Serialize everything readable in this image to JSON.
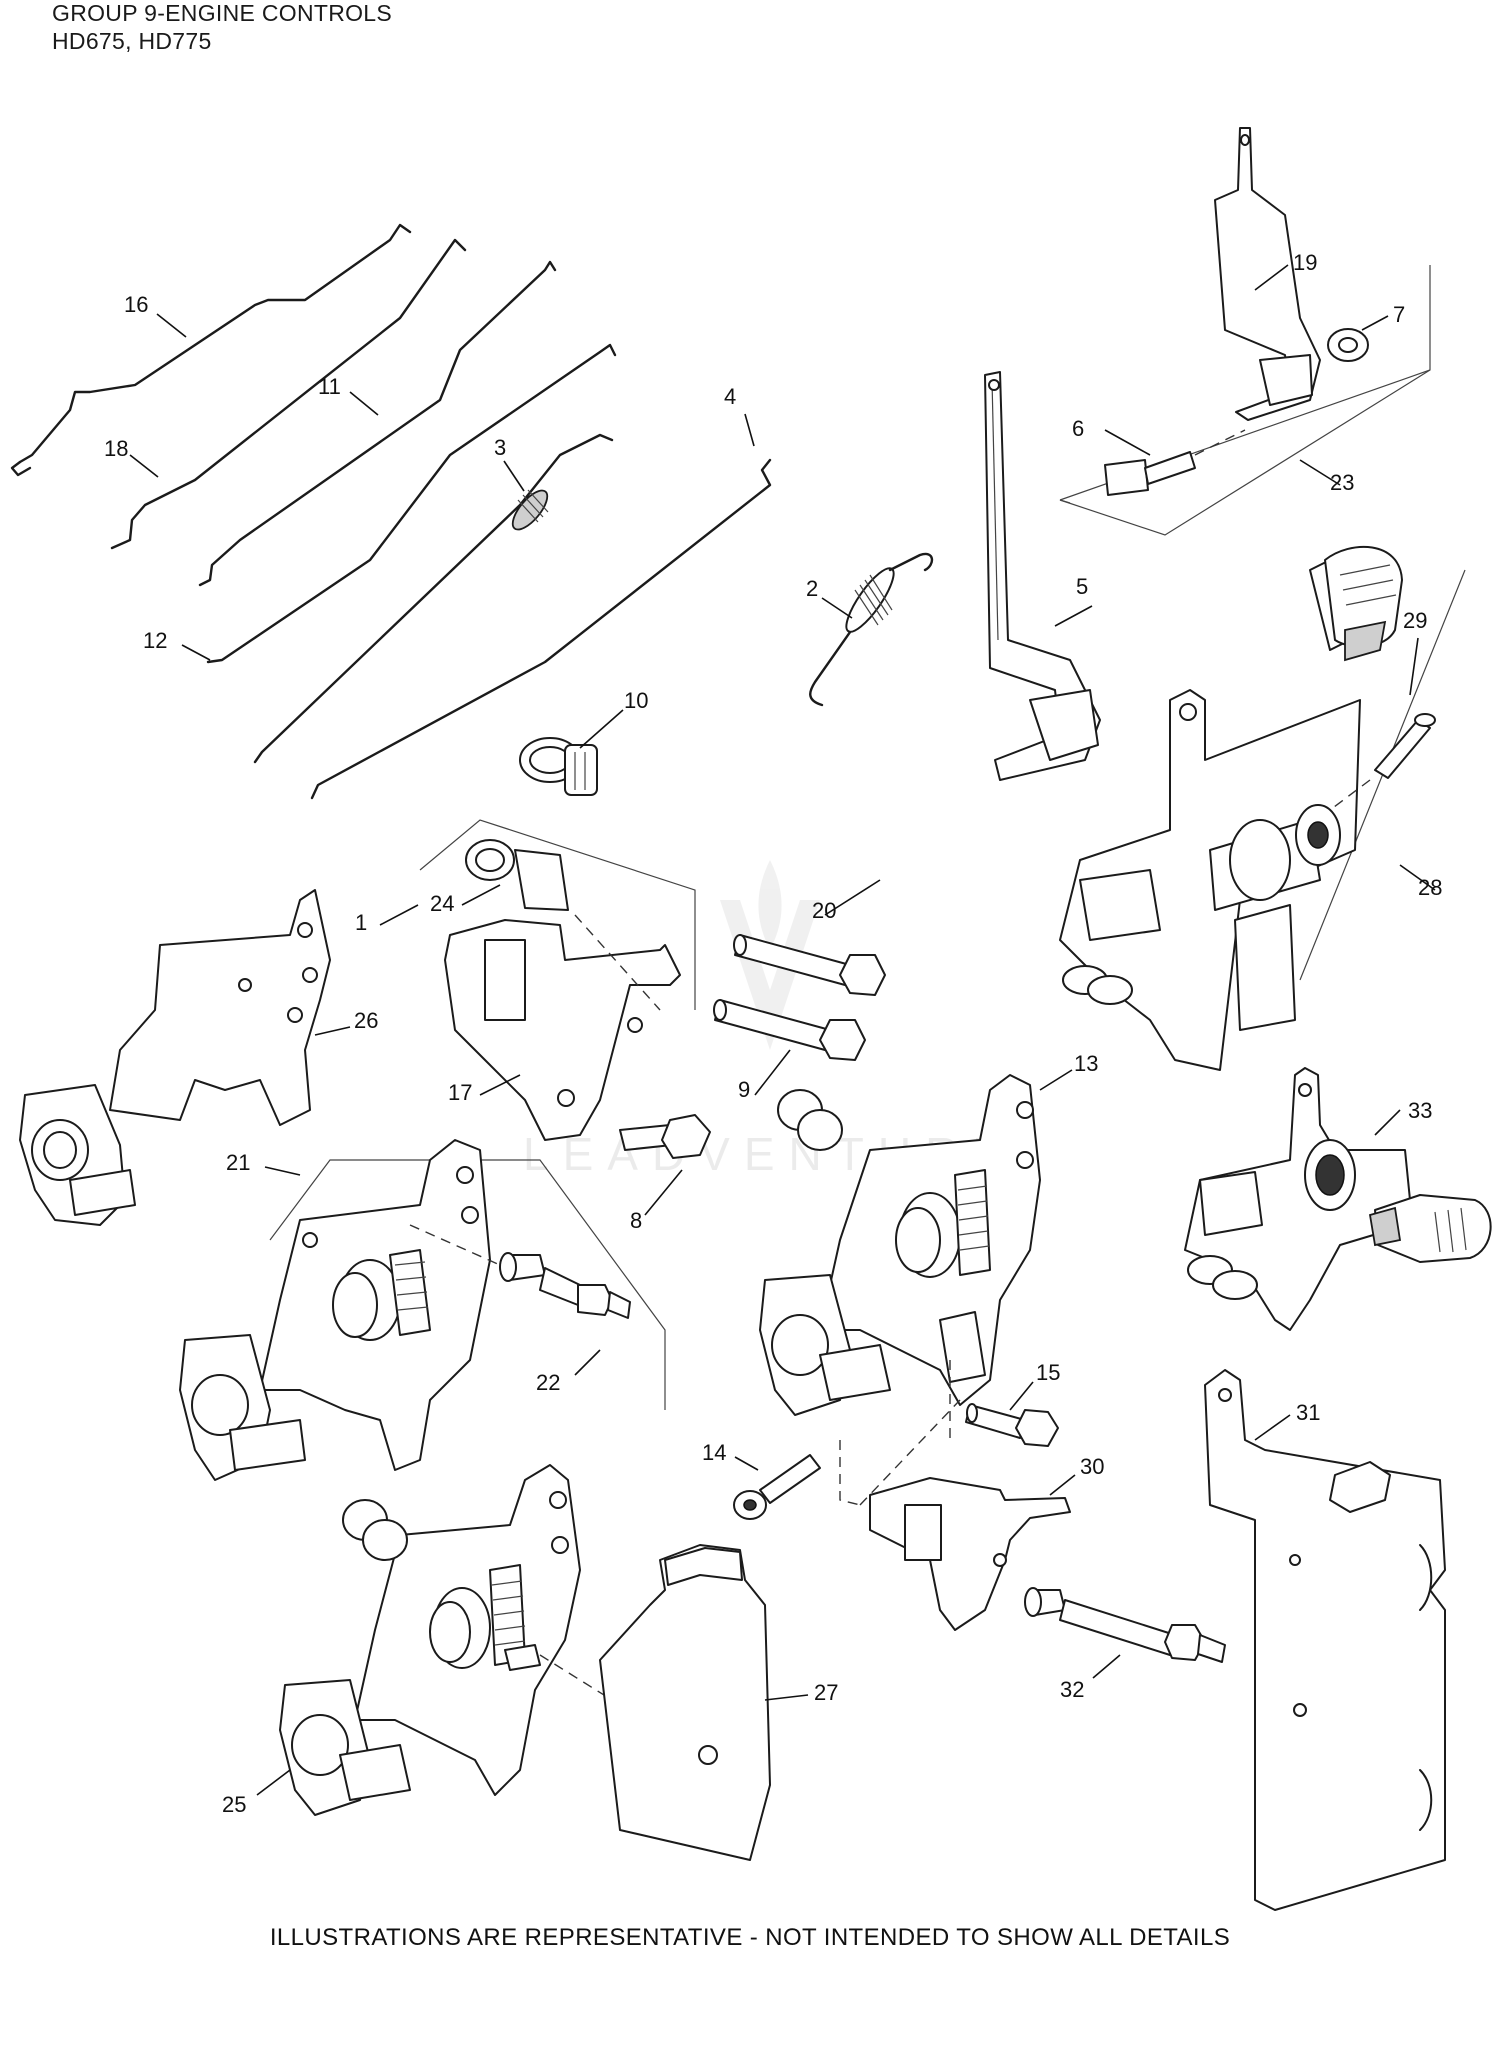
{
  "header": {
    "title_line1": "GROUP 9-ENGINE CONTROLS",
    "title_line2": "HD675, HD775"
  },
  "footer": {
    "disclaimer": "ILLUSTRATIONS ARE REPRESENTATIVE - NOT INTENDED TO SHOW ALL DETAILS"
  },
  "watermark": {
    "text": "LEADVENTURE"
  },
  "callouts": {
    "c1": "1",
    "c2": "2",
    "c3": "3",
    "c4": "4",
    "c5": "5",
    "c6": "6",
    "c7": "7",
    "c8": "8",
    "c9": "9",
    "c10": "10",
    "c11": "11",
    "c12": "12",
    "c13": "13",
    "c14": "14",
    "c15": "15",
    "c16": "16",
    "c17": "17",
    "c18": "18",
    "c19": "19",
    "c20": "20",
    "c21": "21",
    "c22": "22",
    "c23": "23",
    "c24": "24",
    "c25": "25",
    "c26": "26",
    "c27": "27",
    "c28": "28",
    "c29": "29",
    "c30": "30",
    "c31": "31",
    "c32": "32",
    "c33": "33"
  }
}
